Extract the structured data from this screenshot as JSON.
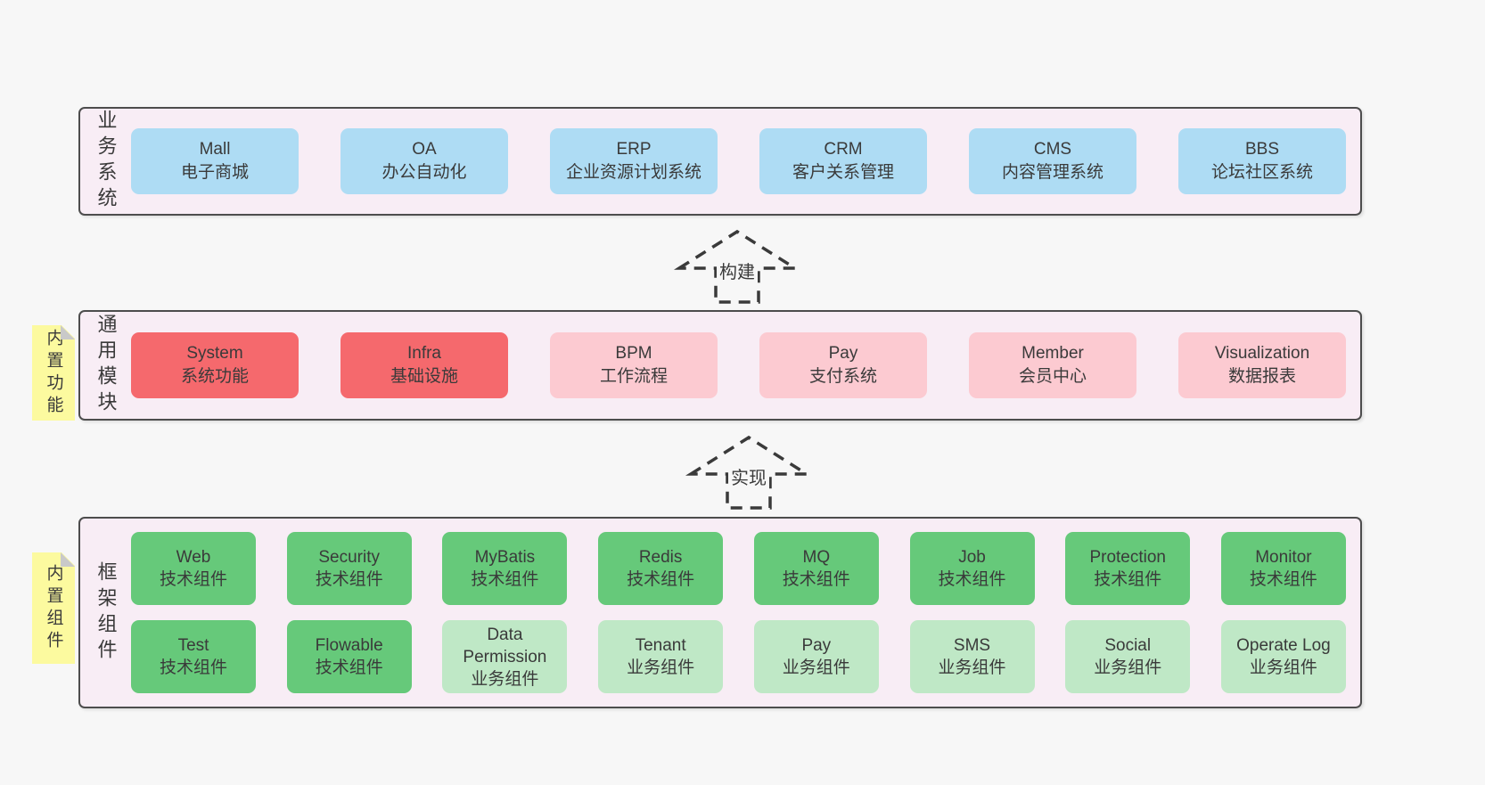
{
  "colors": {
    "page_bg": "#f7f7f7",
    "container_bg": "#f8edf5",
    "container_border": "#4d4d4d",
    "blue_box": "#aedcf4",
    "red_box": "#f5696d",
    "pink_box": "#fccad1",
    "green_box": "#66c97a",
    "light_green_box": "#bfe8c6",
    "sticky_yellow": "#fcfa9f",
    "fold_gray": "#c9c9c9",
    "text": "#3a3a3a"
  },
  "arrows": [
    {
      "label": "构建"
    },
    {
      "label": "实现"
    }
  ],
  "sections": [
    {
      "side_label": "业务系统",
      "boxes": [
        {
          "title": "Mall",
          "subtitle": "电子商城"
        },
        {
          "title": "OA",
          "subtitle": "办公自动化"
        },
        {
          "title": "ERP",
          "subtitle": "企业资源计划系统"
        },
        {
          "title": "CRM",
          "subtitle": "客户关系管理"
        },
        {
          "title": "CMS",
          "subtitle": "内容管理系统"
        },
        {
          "title": "BBS",
          "subtitle": "论坛社区系统"
        }
      ]
    },
    {
      "side_label": "通用模块",
      "sticky": "内置功能",
      "boxes": [
        {
          "title": "System",
          "subtitle": "系统功能"
        },
        {
          "title": "Infra",
          "subtitle": "基础设施"
        },
        {
          "title": "BPM",
          "subtitle": "工作流程"
        },
        {
          "title": "Pay",
          "subtitle": "支付系统"
        },
        {
          "title": "Member",
          "subtitle": "会员中心"
        },
        {
          "title": "Visualization",
          "subtitle": "数据报表"
        }
      ]
    },
    {
      "side_label": "框架组件",
      "sticky": "内置组件",
      "rows": [
        [
          {
            "title": "Web",
            "subtitle": "技术组件"
          },
          {
            "title": "Security",
            "subtitle": "技术组件"
          },
          {
            "title": "MyBatis",
            "subtitle": "技术组件"
          },
          {
            "title": "Redis",
            "subtitle": "技术组件"
          },
          {
            "title": "MQ",
            "subtitle": "技术组件"
          },
          {
            "title": "Job",
            "subtitle": "技术组件"
          },
          {
            "title": "Protection",
            "subtitle": "技术组件"
          },
          {
            "title": "Monitor",
            "subtitle": "技术组件"
          }
        ],
        [
          {
            "title": "Test",
            "subtitle": "技术组件"
          },
          {
            "title": "Flowable",
            "subtitle": "技术组件"
          },
          {
            "title": "Data Permission",
            "subtitle": "业务组件"
          },
          {
            "title": "Tenant",
            "subtitle": "业务组件"
          },
          {
            "title": "Pay",
            "subtitle": "业务组件"
          },
          {
            "title": "SMS",
            "subtitle": "业务组件"
          },
          {
            "title": "Social",
            "subtitle": "业务组件"
          },
          {
            "title": "Operate Log",
            "subtitle": "业务组件"
          }
        ]
      ]
    }
  ]
}
